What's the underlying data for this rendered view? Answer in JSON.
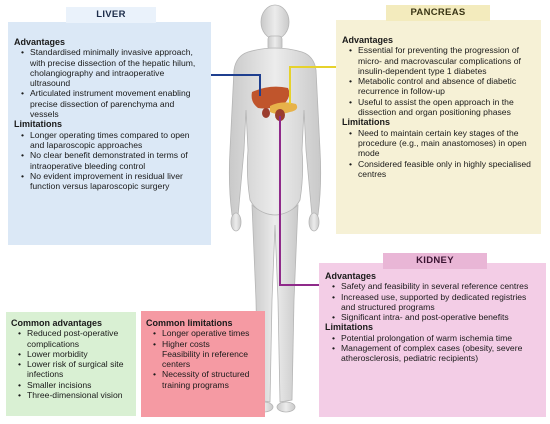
{
  "colors": {
    "liver_bg": "#dbe8f6",
    "liver_header_bg": "#eaf2fb",
    "pancreas_bg": "#f6f1d6",
    "pancreas_header_bg": "#f3ebbd",
    "kidney_bg": "#f3cde6",
    "kidney_header_bg": "#e9b6d6",
    "adv_bg": "#d9f0d3",
    "lim_bg": "#f59aa3",
    "liver_line": "#1f3f8f",
    "pancreas_line": "#e6d22c",
    "kidney_line": "#8f2a8a"
  },
  "liver": {
    "title": "LIVER",
    "advantages_heading": "Advantages",
    "advantages": [
      "Standardised minimally invasive approach, with precise dissection of the hepatic hilum, cholangiography and intraoperative ultrasound",
      "Articulated instrument movement enabling precise dissection of parenchyma and vessels"
    ],
    "limitations_heading": "Limitations",
    "limitations": [
      "Longer operating times compared to open and laparoscopic approaches",
      "No clear benefit demonstrated in terms of intraoperative bleeding control",
      "No evident improvement in residual liver function versus laparoscopic surgery"
    ]
  },
  "pancreas": {
    "title": "PANCREAS",
    "advantages_heading": "Advantages",
    "advantages": [
      "Essential for preventing the progression of micro- and macrovascular complications of insulin-dependent type 1 diabetes",
      "Metabolic control and absence of diabetic recurrence in follow-up",
      "Useful to assist the open approach in the dissection and organ positioning phases"
    ],
    "limitations_heading": "Limitations",
    "limitations": [
      "Need to maintain certain key stages of the procedure (e.g., main anastomoses) in open mode",
      "Considered feasible only in highly specialised centres"
    ]
  },
  "kidney": {
    "title": "KIDNEY",
    "advantages_heading": "Advantages",
    "advantages": [
      "Safety and feasibility in several reference centres",
      "Increased use, supported by dedicated registries and structured programs",
      "Significant intra- and post-operative benefits"
    ],
    "limitations_heading": "Limitations",
    "limitations": [
      "Potential prolongation of warm ischemia time",
      "Management of complex cases (obesity, severe atherosclerosis, pediatric recipients)"
    ]
  },
  "common_advantages": {
    "title": "Common advantages",
    "items": [
      "Reduced post-operative complications",
      "Lower morbidity",
      "Lower risk of surgical site infections",
      "Smaller incisions",
      "Three-dimensional vision"
    ]
  },
  "common_limitations": {
    "title": "Common limitations",
    "items": [
      "Longer operative times",
      "Higher costs",
      "Feasibility in reference centers",
      "Necessity of structured training programs"
    ]
  },
  "figure": {
    "body_icon": "human-body-silhouette-icon",
    "organs": [
      "liver-icon",
      "pancreas-icon",
      "kidney-icon"
    ]
  }
}
